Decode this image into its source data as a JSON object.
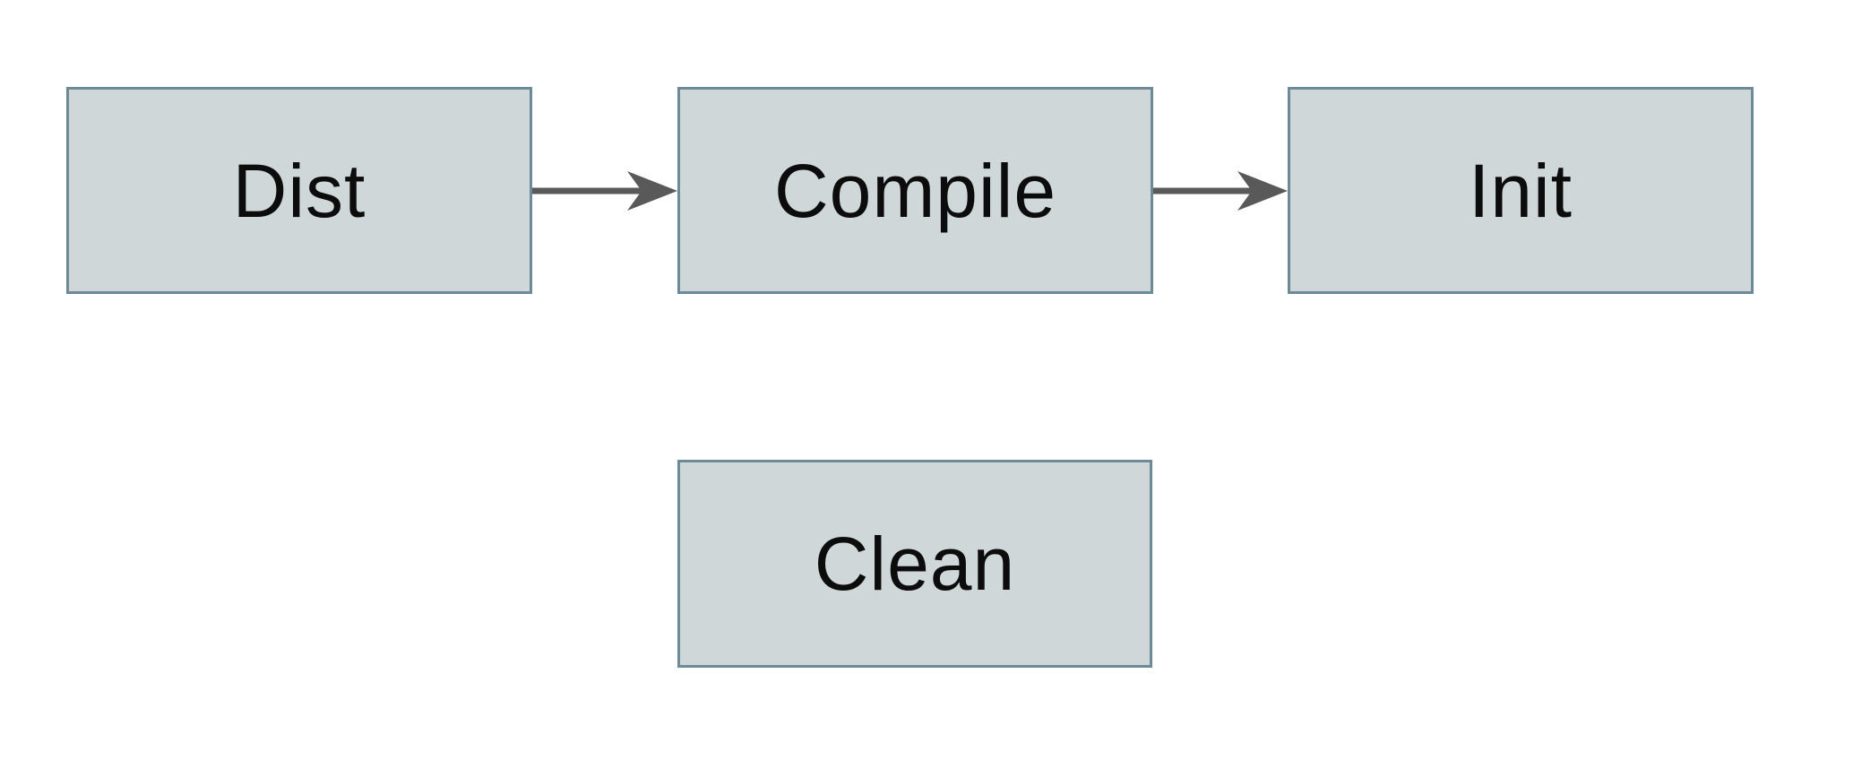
{
  "diagram": {
    "type": "flowchart",
    "background": "#ffffff",
    "colors": {
      "node_fill": "#cfd7d9",
      "node_border": "#6d8a99",
      "arrow": "#595959",
      "text": "#0c0c0c"
    },
    "nodes": [
      {
        "id": "dist",
        "label": "Dist"
      },
      {
        "id": "compile",
        "label": "Compile"
      },
      {
        "id": "init",
        "label": "Init"
      },
      {
        "id": "clean",
        "label": "Clean"
      }
    ],
    "edges": [
      {
        "from": "dist",
        "to": "compile",
        "direction": "right"
      },
      {
        "from": "compile",
        "to": "init",
        "direction": "right"
      }
    ]
  }
}
